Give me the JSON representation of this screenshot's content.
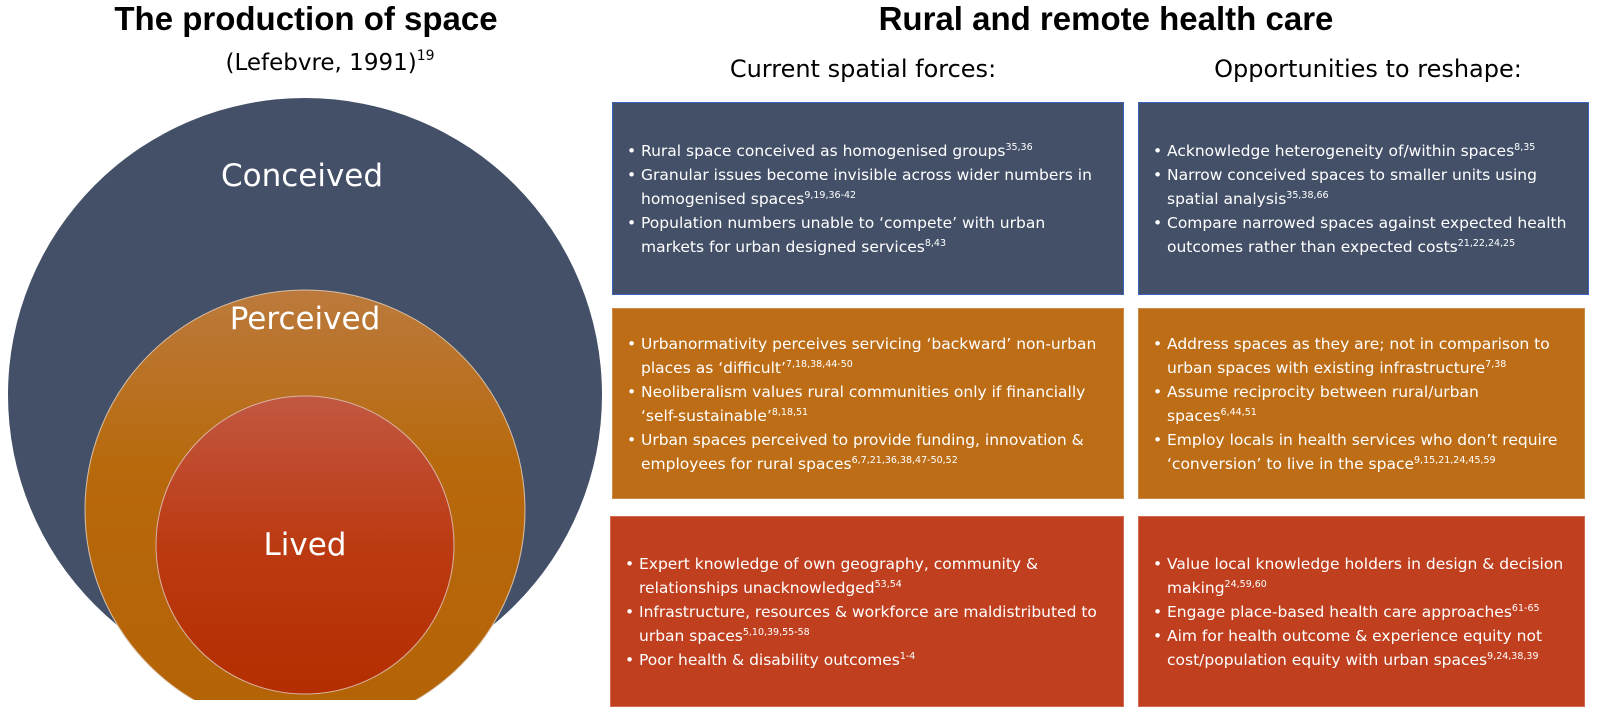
{
  "left_title": "The production of space",
  "citation": {
    "text": "(Lefebvre, 1991)",
    "sup": "19"
  },
  "right_title": "Rural and remote health care",
  "column_headers": [
    "Current spatial forces:",
    "Opportunities to reshape:"
  ],
  "circle_labels": {
    "conceived": "Conceived",
    "perceived": "Perceived",
    "lived": "Lived"
  },
  "colors": {
    "conceived": "#435068",
    "perceived": "#bd6d16",
    "lived": "#c03f1f"
  },
  "rows": {
    "conceived": {
      "current": [
        {
          "text": "Rural space conceived as homogenised groups",
          "sup": "35,36"
        },
        {
          "text": "Granular issues become invisible across wider numbers in homogenised spaces",
          "sup": "9,19,36-42"
        },
        {
          "text": "Population numbers unable to ‘compete’ with urban markets for urban designed services",
          "sup": "8,43"
        }
      ],
      "opportunities": [
        {
          "text": "Acknowledge heterogeneity of/within spaces",
          "sup": "8,35"
        },
        {
          "text": "Narrow conceived spaces to smaller units using spatial analysis",
          "sup": "35,38,66"
        },
        {
          "text": "Compare narrowed spaces against expected health outcomes rather than expected costs",
          "sup": "21,22,24,25"
        }
      ]
    },
    "perceived": {
      "current": [
        {
          "text": "Urbanormativity perceives servicing ‘backward’ non-urban places as ‘difficult’",
          "sup": "7,18,38,44-50"
        },
        {
          "text": "Neoliberalism values rural communities only if financially ‘self-sustainable’",
          "sup": "8,18,51"
        },
        {
          "text": "Urban spaces perceived to provide funding, innovation & employees for rural spaces",
          "sup": "6,7,21,36,38,47-50,52"
        }
      ],
      "opportunities": [
        {
          "text": "Address spaces as they are; not in comparison to urban spaces with existing infrastructure",
          "sup": "7,38"
        },
        {
          "text": "Assume reciprocity between rural/urban spaces",
          "sup": "6,44,51"
        },
        {
          "text": "Employ locals in health services who don’t require ‘conversion’ to live in the space",
          "sup": "9,15,21,24,45,59"
        }
      ]
    },
    "lived": {
      "current": [
        {
          "text": "Expert knowledge of own geography, community & relationships unacknowledged",
          "sup": "53,54"
        },
        {
          "text": "Infrastructure, resources & workforce are maldistributed to urban spaces",
          "sup": "5,10,39,55-58"
        },
        {
          "text": "Poor health & disability outcomes",
          "sup": "1-4"
        }
      ],
      "opportunities": [
        {
          "text": "Value local knowledge holders in design & decision making",
          "sup": "24,59,60"
        },
        {
          "text": "Engage place-based health care approaches",
          "sup": "61-65"
        },
        {
          "text": "Aim for health outcome & experience equity not cost/population equity with urban spaces",
          "sup": "9,24,38,39"
        }
      ]
    }
  }
}
